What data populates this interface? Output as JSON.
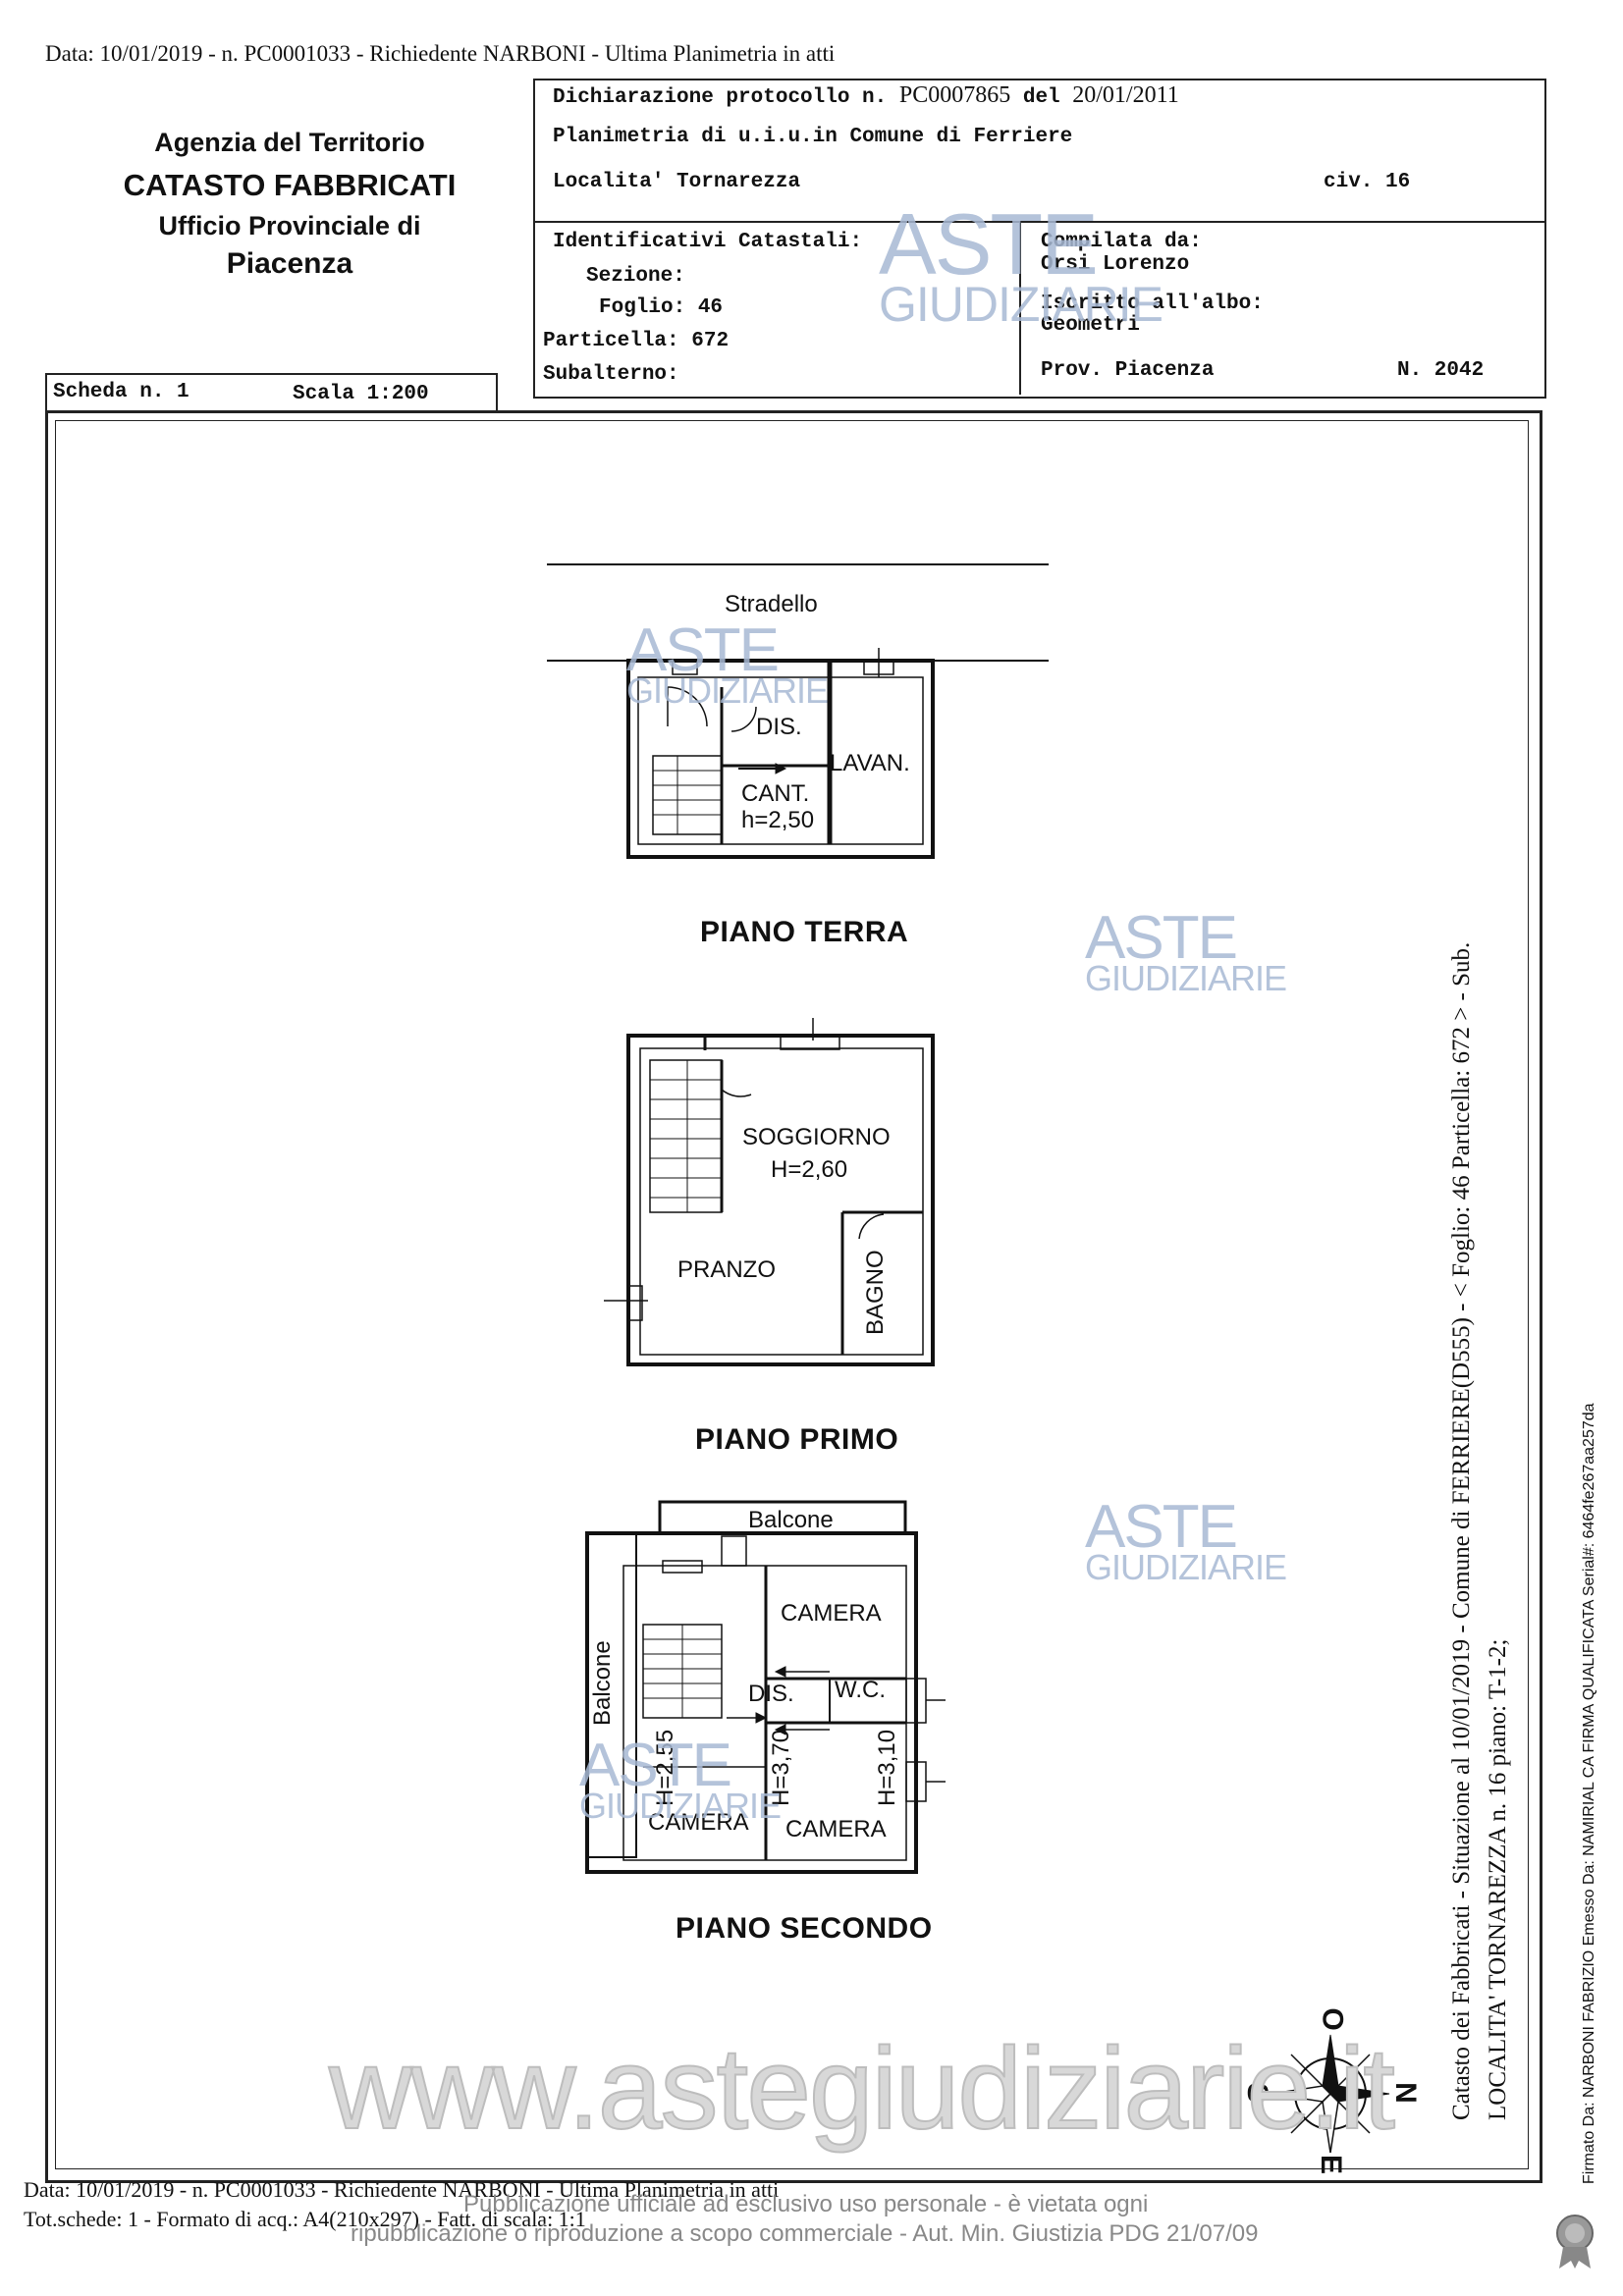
{
  "header": {
    "top_line": "Data: 10/01/2019 -  n. PC0001033 - Richiedente NARBONI - Ultima Planimetria in atti"
  },
  "agency": {
    "line1": "Agenzia del Territorio",
    "line2": "CATASTO FABBRICATI",
    "line3": "Ufficio Provinciale di",
    "line4": "Piacenza"
  },
  "declaration": {
    "protocol_label": "Dichiarazione protocollo n.",
    "protocol_number": "PC0007865",
    "date_label": "del",
    "date": "20/01/2011",
    "plan_line": "Planimetria di u.i.u.in Comune di Ferriere",
    "locality_label": "Localita' Tornarezza",
    "civic": "civ. 16"
  },
  "identifiers": {
    "title": "Identificativi Catastali:",
    "sezione_label": "Sezione:",
    "sezione_value": "",
    "foglio_label": "Foglio:",
    "foglio_value": "46",
    "particella_label": "Particella:",
    "particella_value": "672",
    "subalterno_label": "Subalterno:",
    "subalterno_value": ""
  },
  "compiler": {
    "compiled_label": "Compilata da:",
    "compiled_name": "Orsi Lorenzo",
    "registered_label": "Iscritto all'albo:",
    "registered_value": "Geometri",
    "province_label": "Prov. Piacenza",
    "number": "N. 2042"
  },
  "sheet": {
    "scheda": "Scheda n. 1",
    "scala": "Scala 1:200"
  },
  "plans": {
    "street": "Stradello",
    "ground": {
      "title": "PIANO TERRA",
      "rooms": [
        "DIS.",
        "LAVAN.",
        "CANT.",
        "h=2,50"
      ]
    },
    "first": {
      "title": "PIANO PRIMO",
      "rooms": [
        "SOGGIORNO",
        "H=2,60",
        "PRANZO",
        "BAGNO"
      ]
    },
    "second": {
      "title": "PIANO SECONDO",
      "rooms": [
        "Balcone",
        "CAMERA",
        "DIS.",
        "W.C.",
        "Balcone",
        "H=2,55",
        "CAMERA",
        "H=3,70",
        "H=3,10",
        "CAMERA"
      ]
    }
  },
  "compass": {
    "n": "N",
    "s": "S",
    "e": "E",
    "o": "O"
  },
  "side_text": {
    "line1": "Catasto dei Fabbricati - Situazione al 10/01/2019 - Comune di FERRIERE(D555) - < Foglio: 46 Particella: 672 > - Sub.",
    "line2": "LOCALITA' TORNAREZZA n. 16 piano: T-1-2;",
    "signature": "Firmato Da: NARBONI FABRIZIO Emesso Da: NAMIRIAL CA FIRMA QUALIFICATA Serial#: 6464fe267aa257da"
  },
  "footer": {
    "line1": "Data: 10/01/2019 -  n. PC0001033 - Richiedente NARBONI - Ultima Planimetria in atti",
    "line2": "Tot.schede: 1 - Formato di acq.: A4(210x297) - Fatt. di scala: 1:1",
    "notice1": "Pubblicazione ufficiale ad esclusivo uso personale - è vietata ogni",
    "notice2": "ripubblicazione o riproduzione a scopo commerciale - Aut. Min. Giustizia PDG 21/07/09"
  },
  "watermarks": {
    "aste": "ASTE",
    "giudiziarie": "GIUDIZIARIE",
    "site": "www.astegiudiziarie.it"
  },
  "colors": {
    "watermark": "#a8b9d4",
    "ink": "#111111"
  }
}
